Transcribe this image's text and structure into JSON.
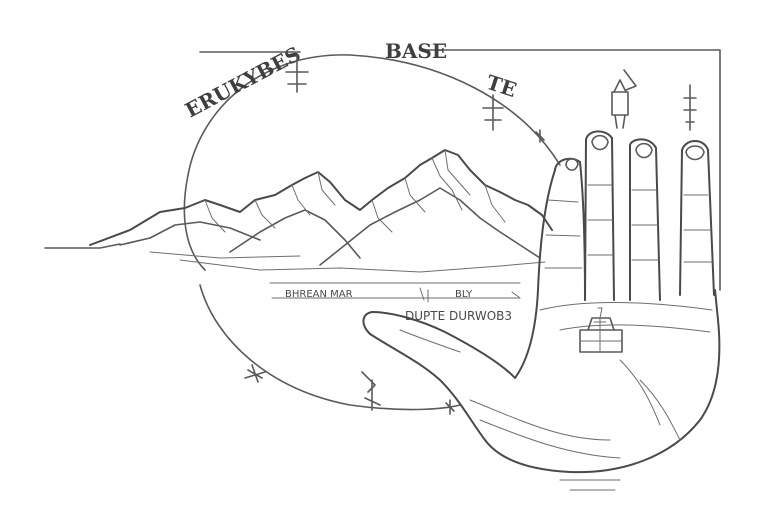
{
  "arc_labels": {
    "left": "ERUKYBES",
    "middle": "BASE",
    "right": "TE"
  },
  "caption_lines": {
    "line1_left": "BHREAN MAR",
    "line1_right": "BLY",
    "line2": "DUPTE DURWOB3"
  },
  "colors": {
    "ink": "#5a5a5a",
    "background": "#ffffff"
  }
}
